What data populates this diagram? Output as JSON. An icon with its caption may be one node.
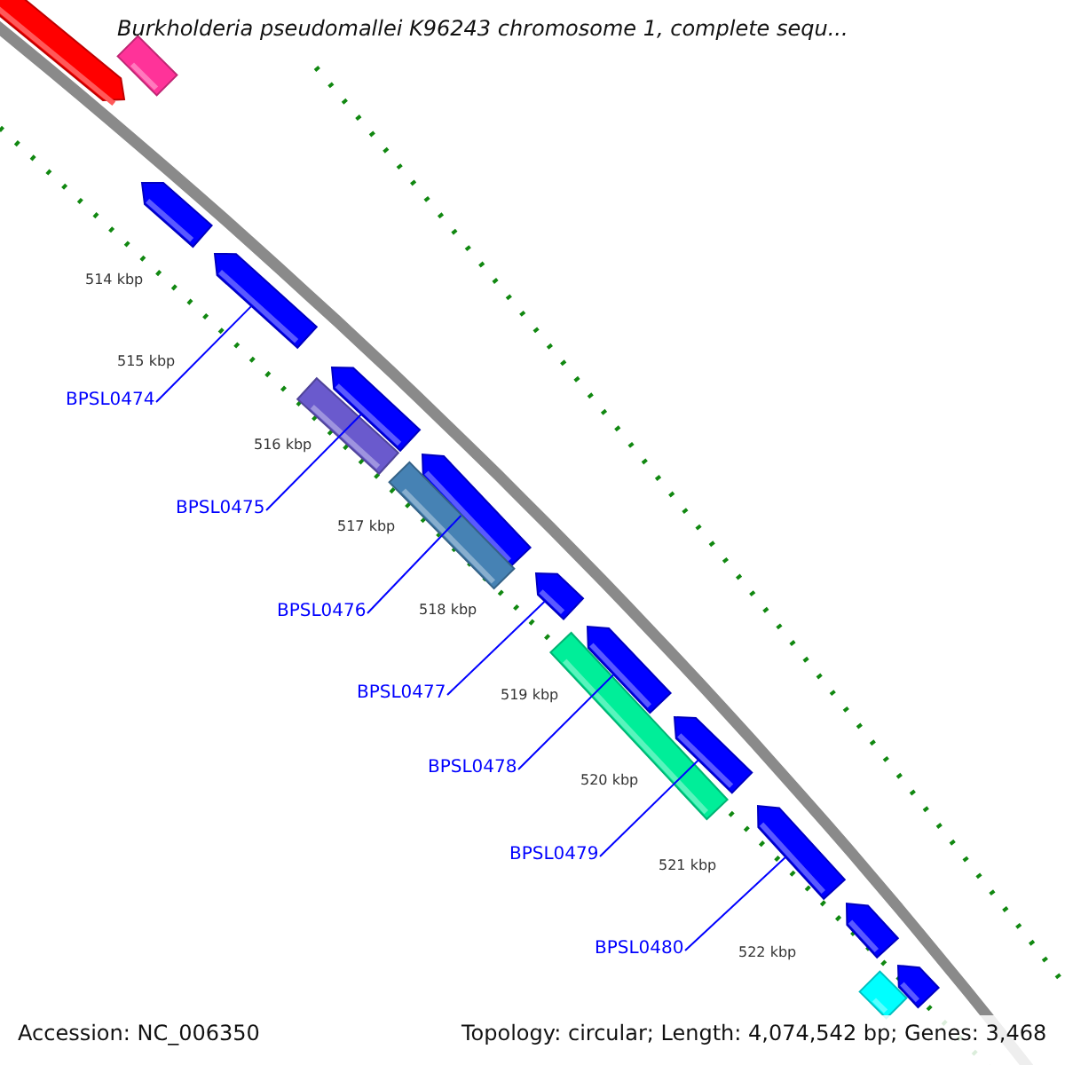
{
  "diagram": {
    "title": "Burkholderia pseudomallei K96243 chromosome 1, complete sequ...",
    "nodes": [
      {
        "text": [
          "BPSL0474"
        ]
      },
      {
        "text": [
          "BPSL0475"
        ]
      },
      {
        "text": [
          "BPSL0476"
        ]
      },
      {
        "text": [
          "BPSL0477"
        ]
      },
      {
        "text": [
          "BPSL0478"
        ]
      },
      {
        "text": [
          "BPSL0479"
        ]
      },
      {
        "text": [
          "BPSL0480"
        ]
      },
      {
        "text": [],
        "shape": "bar"
      },
      {
        "text": [],
        "shape": "arrow"
      },
      {
        "text": [],
        "shape": "arrow"
      },
      {
        "text": [],
        "shape": "arrow"
      },
      {
        "text": [],
        "shape": "arrow"
      },
      {
        "text": [],
        "shape": "bar"
      },
      {
        "text": [],
        "shape": "arrow"
      },
      {
        "text": [],
        "shape": "bar"
      },
      {
        "text": [],
        "shape": "arrow"
      },
      {
        "text": [],
        "shape": "arrow"
      },
      {
        "text": [],
        "shape": "bar"
      },
      {
        "text": [],
        "shape": "arrow"
      },
      {
        "text": [],
        "shape": "arrow"
      },
      {
        "text": [],
        "shape": "arrow"
      },
      {
        "text": [],
        "shape": "bar"
      },
      {
        "text": [],
        "shape": "arrow"
      }
    ],
    "edges": [
      {
        "from": 0,
        "to": 10,
        "arrow": "none"
      },
      {
        "from": 1,
        "to": 11,
        "arrow": "none"
      },
      {
        "from": 2,
        "to": 13,
        "arrow": "none"
      },
      {
        "from": 3,
        "to": 15,
        "arrow": "none"
      },
      {
        "from": 4,
        "to": 16,
        "arrow": "none"
      },
      {
        "from": 5,
        "to": 18,
        "arrow": "none"
      },
      {
        "from": 6,
        "to": 19,
        "arrow": "none"
      }
    ],
    "labels": [
      "514 kbp",
      "515 kbp",
      "516 kbp",
      "517 kbp",
      "518 kbp",
      "519 kbp",
      "520 kbp",
      "521 kbp",
      "522 kbp",
      "Accession: NC_006350",
      "Topology: circular; Length: 4,074,542 bp; Genes: 3,468"
    ]
  }
}
